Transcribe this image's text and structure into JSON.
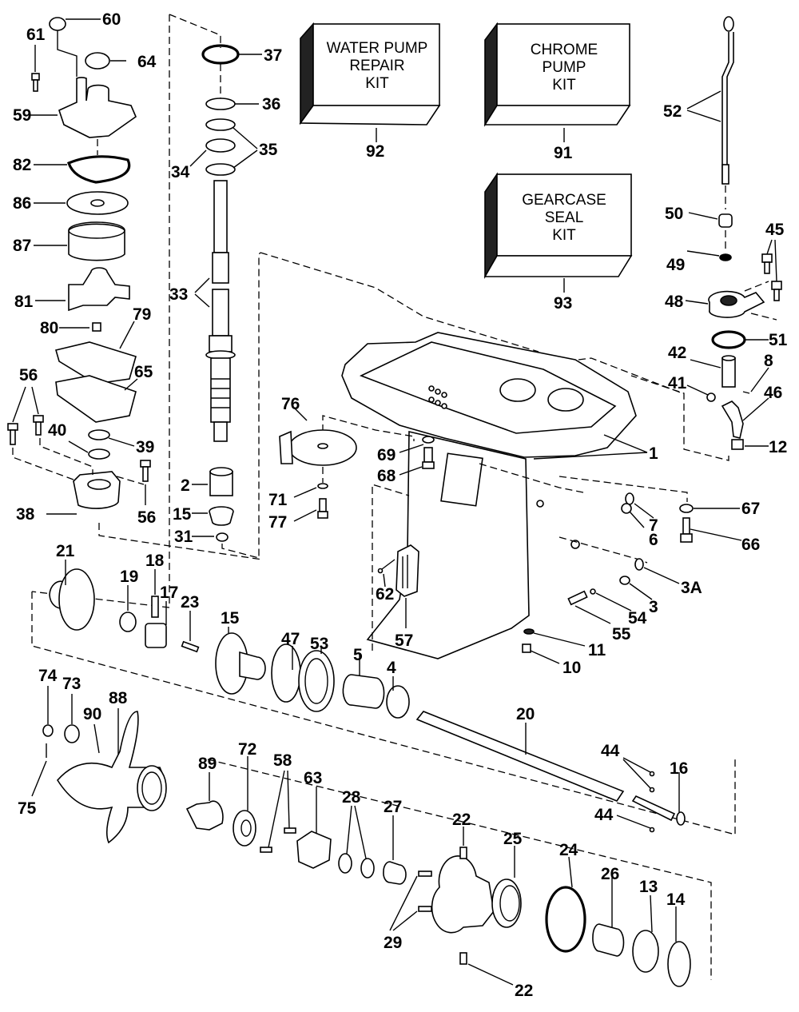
{
  "title": "Outboard Gearcase Exploded Parts Diagram",
  "kits": [
    {
      "ref": "92",
      "lines": [
        "WATER PUMP",
        "REPAIR",
        "KIT"
      ]
    },
    {
      "ref": "91",
      "lines": [
        "CHROME",
        "PUMP",
        "KIT"
      ]
    },
    {
      "ref": "93",
      "lines": [
        "GEARCASE",
        "SEAL",
        "KIT"
      ]
    }
  ],
  "callouts": {
    "c60": "60",
    "c61": "61",
    "c64": "64",
    "c59": "59",
    "c82": "82",
    "c86": "86",
    "c87": "87",
    "c81": "81",
    "c80": "80",
    "c79": "79",
    "c65": "65",
    "c56a": "56",
    "c40": "40",
    "c39": "39",
    "c56b": "56",
    "c38": "38",
    "c37": "37",
    "c36": "36",
    "c35": "35",
    "c34": "34",
    "c33": "33",
    "c2": "2",
    "c15a": "15",
    "c31": "31",
    "c52": "52",
    "c50": "50",
    "c45": "45",
    "c49": "49",
    "c48": "48",
    "c51": "51",
    "c42": "42",
    "c8": "8",
    "c41": "41",
    "c46": "46",
    "c12": "12",
    "c1": "1",
    "c76": "76",
    "c69": "69",
    "c68": "68",
    "c71": "71",
    "c77": "77",
    "c7": "7",
    "c67": "67",
    "c6": "6",
    "c66": "66",
    "c62": "62",
    "c57": "57",
    "c3A": "3A",
    "c3": "3",
    "c54": "54",
    "c55": "55",
    "c11": "11",
    "c10": "10",
    "c21": "21",
    "c18": "18",
    "c19": "19",
    "c17": "17",
    "c23": "23",
    "c15b": "15",
    "c47": "47",
    "c53": "53",
    "c5": "5",
    "c4": "4",
    "c74": "74",
    "c73": "73",
    "c90": "90",
    "c88": "88",
    "c75": "75",
    "c89": "89",
    "c72": "72",
    "c58": "58",
    "c63": "63",
    "c28": "28",
    "c27": "27",
    "c20": "20",
    "c44a": "44",
    "c16": "16",
    "c44b": "44",
    "c22a": "22",
    "c25": "25",
    "c24": "24",
    "c26": "26",
    "c13": "13",
    "c14": "14",
    "c29": "29",
    "c22b": "22"
  }
}
